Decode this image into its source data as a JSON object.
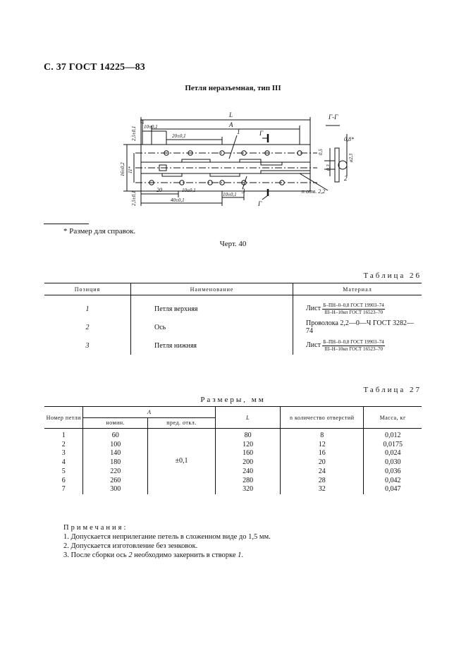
{
  "header": {
    "title": "С. 37 ГОСТ 14225—83"
  },
  "drawing": {
    "subtitle": "Петля неразъемная, тип III",
    "labels": {
      "L": "L",
      "A": "A",
      "section": "Г-Г",
      "g_top": "Г",
      "g_bottom": "Г",
      "pos1": "1",
      "pos2": "2",
      "pos3": "3",
      "d10_top": "10±0,1",
      "d20_top": "20±0,1",
      "d10_mid": "10±0,1",
      "d20_bot": "20",
      "d40_bot": "40±0,1",
      "d10_bot": "10±0,1",
      "v25_top": "2,5±0,1",
      "v13": "13",
      "v16": "16±0,2",
      "v11": "11*",
      "v25_bot": "2,5±0,1",
      "s05": "0,5",
      "s03": "0,3",
      "s08": "0,8*",
      "s23": "ø2,3",
      "holes": "n отв. 2,2"
    },
    "footnote": "* Размер для справок.",
    "caption": "Черт. 40"
  },
  "table26": {
    "label": "Таблица 26",
    "headers": [
      "Позиция",
      "Наименование",
      "Материал"
    ],
    "rows": [
      {
        "pos": "1",
        "name": "Петля верхняя",
        "mat_prefix": "Лист",
        "mat_num": "Б–ПН–0–0,8 ГОСТ 19903–74",
        "mat_den": "III–Н–10кп ГОСТ 16523–70",
        "mat_plain": ""
      },
      {
        "pos": "2",
        "name": "Ось",
        "mat_prefix": "",
        "mat_num": "",
        "mat_den": "",
        "mat_plain": "Проволока 2,2—0—Ч ГОСТ 3282—74"
      },
      {
        "pos": "3",
        "name": "Петля нижняя",
        "mat_prefix": "Лист",
        "mat_num": "Б–ПН–0–0,8 ГОСТ 19903–74",
        "mat_den": "III–Н–10кп ГОСТ 16523–70",
        "mat_plain": ""
      }
    ]
  },
  "table27": {
    "label": "Таблица 27",
    "title": "Размеры, мм",
    "headers": {
      "number": "Номер петли",
      "A": "A",
      "nom": "номин.",
      "tol": "пред. откл.",
      "L": "L",
      "n": "n количество отверстий",
      "mass": "Масса, кг"
    },
    "tolerance": "±0,1",
    "rows": [
      {
        "no": "1",
        "A": "60",
        "L": "80",
        "n": "8",
        "m": "0,012"
      },
      {
        "no": "2",
        "A": "100",
        "L": "120",
        "n": "12",
        "m": "0,0175"
      },
      {
        "no": "3",
        "A": "140",
        "L": "160",
        "n": "16",
        "m": "0,024"
      },
      {
        "no": "4",
        "A": "180",
        "L": "200",
        "n": "20",
        "m": "0,030"
      },
      {
        "no": "5",
        "A": "220",
        "L": "240",
        "n": "24",
        "m": "0,036"
      },
      {
        "no": "6",
        "A": "260",
        "L": "280",
        "n": "28",
        "m": "0,042"
      },
      {
        "no": "7",
        "A": "300",
        "L": "320",
        "n": "32",
        "m": "0,047"
      }
    ]
  },
  "notes": {
    "title": "Примечания:",
    "n1": "1. Допускается неприлегание петель в сложенном виде до 1,5 мм.",
    "n2": "2. Допускается изготовление без зенковок.",
    "n3_pre": "3. После сборки ось",
    "n3_num": "2",
    "n3_mid": "необходимо закернить в створке",
    "n3_end": "1",
    "n3_dot": "."
  }
}
